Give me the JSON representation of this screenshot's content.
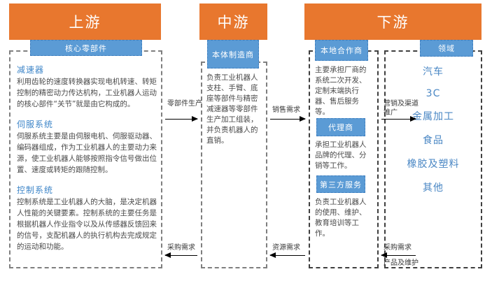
{
  "stages": {
    "upstream": {
      "title": "上游"
    },
    "midstream": {
      "title": "中游"
    },
    "downstream": {
      "title": "下游"
    }
  },
  "chips": {
    "core_parts": "核心零部件",
    "body_maker": "本体制造商",
    "local_partner": "本地合作商",
    "agent": "代理商",
    "third_party": "第三方服务",
    "field": "领域"
  },
  "upstream_sections": [
    {
      "heading": "减速器",
      "text": "利用齿轮的速度转换器实现电机转速、转矩控制的精密动力传达机构，工业机器人运动的核心部件“关节”就是由它构成的。"
    },
    {
      "heading": "伺服系统",
      "text": "伺服系统主要是由伺服电机、伺服驱动器、编码器组成，作为工业机器人的主要动力来源，使工业机器人能够按照指令信号做出位置、速度或转矩的跟随控制。"
    },
    {
      "heading": "控制系统",
      "text": "控制系统是工业机器人的大脑，是决定机器人性能的关键要素。控制系统的主要任务是根据机器人作业指令以及从传感器反馈回来的信号，支配机器人的执行机构去完成规定的运动和功能。"
    }
  ],
  "midstream_text": "负责工业机器人支柱、手臂、底座等部件与精密减速器等零部件生产加工组装，并负责机器人的直销。",
  "downstream_texts": {
    "local_partner": "主要承担厂商的系统二次开发、定制末端执行器、售后服务等。",
    "agent": "承担工业机器人品牌的代理、分销等工作。",
    "third_party": "负责工业机器人的使用、维护、教育培训等工作。"
  },
  "fields": [
    "汽车",
    "3C",
    "金属加工",
    "食品",
    "橡胶及塑料",
    "其他"
  ],
  "arrows": {
    "parts_production": "零部件生产",
    "purchase_demand_1": "采购需求",
    "sales_demand": "销售需求",
    "resource_demand": "资源需求",
    "marketing_channel": "营销及渠道推广",
    "purchase_demand_2": "采购需求",
    "product_maintenance": "产品及维护"
  },
  "colors": {
    "header_orange": "#E8772E",
    "chip_blue": "#5B9BD5",
    "heading_blue": "#3D85C8",
    "field_blue": "#4A87C4",
    "dashed_gray": "#7F7F7F"
  }
}
